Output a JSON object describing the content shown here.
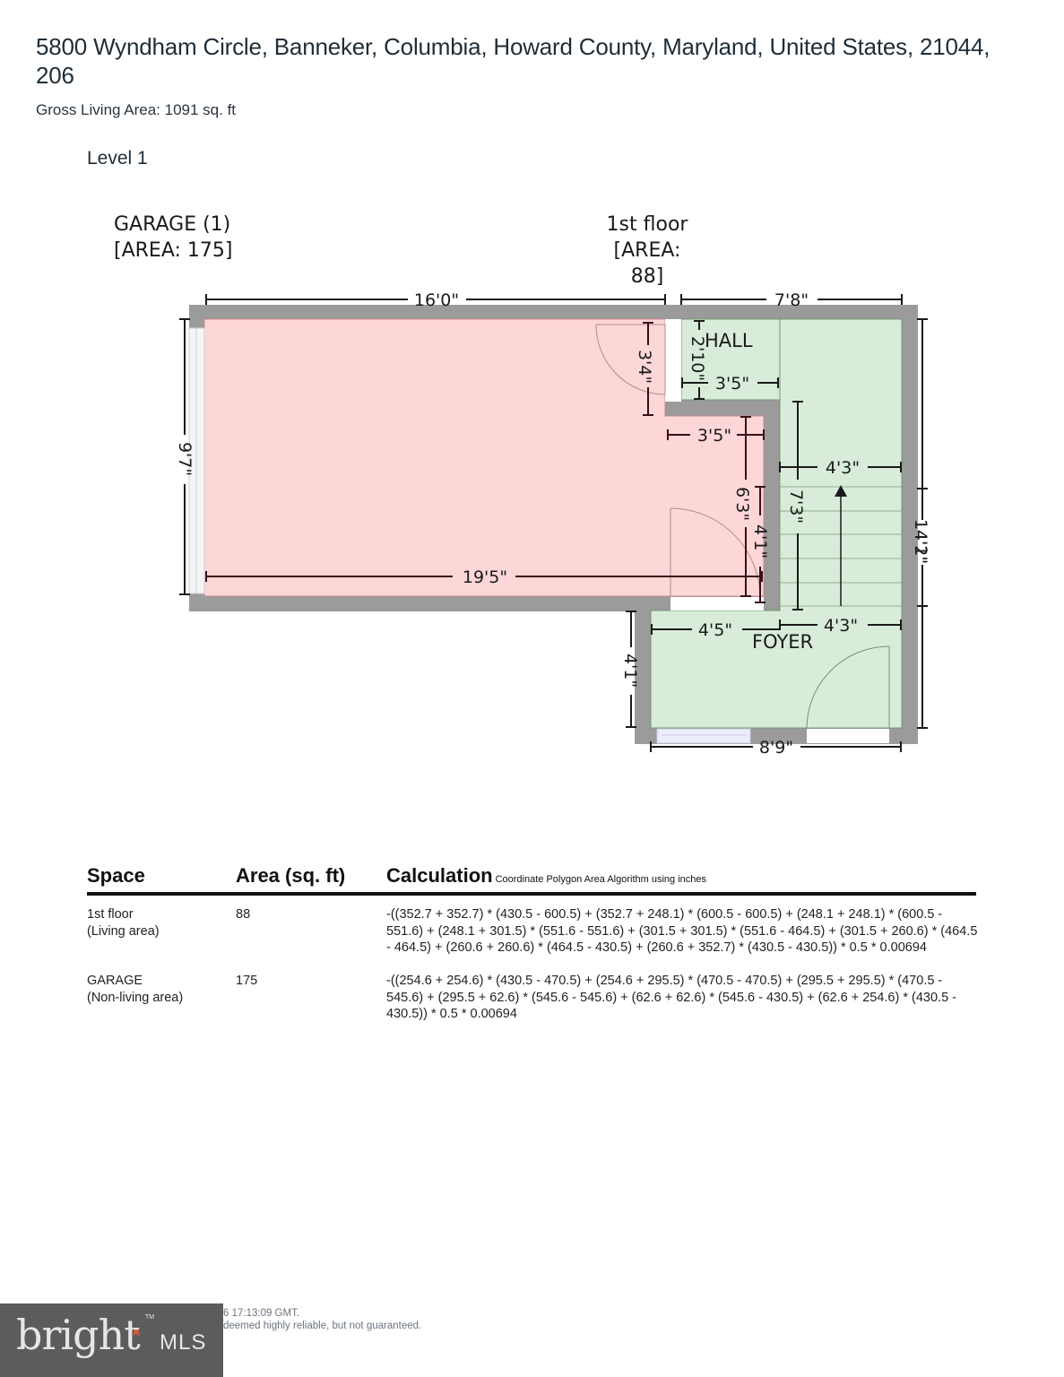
{
  "header": {
    "title": "5800 Wyndham Circle, Banneker, Columbia, Howard County, Maryland, United States, 21044, 206",
    "gross_living_area": "Gross Living Area: 1091 sq. ft",
    "level": "Level 1"
  },
  "floorplan": {
    "garage_label": {
      "name": "GARAGE (1)",
      "area": "[AREA: 175]"
    },
    "floor_label": {
      "name": "1st floor",
      "area": "[AREA: 88]"
    },
    "colors": {
      "garage_fill": "#fdd6d8",
      "living_fill": "#d9ecd9",
      "wall": "#9b9b9b",
      "dimension_line": "#1a1a1a"
    },
    "rooms": {
      "hall": "HALL",
      "foyer": "FOYER"
    },
    "dimensions": {
      "garage_top_width": "16'0\"",
      "floor_top_width": "7'8\"",
      "garage_left_height": "9'7\"",
      "garage_bottom_width": "19'5\"",
      "garage_notch_height": "3'4\"",
      "garage_notch_width": "3'5\"",
      "garage_right_height_a": "6'3\"",
      "garage_right_height_b": "4'1\"",
      "hall_height": "2'10\"",
      "hall_width": "3'5\"",
      "stair_width": "4'3\"",
      "stair_length": "7'3\"",
      "right_height_a": "14'2\"",
      "right_height_b": "4'1\"",
      "foyer_left_width": "4'5\"",
      "foyer_right_width": "4'3\"",
      "foyer_left_height": "4'1\"",
      "foyer_bottom_width": "8'9\""
    }
  },
  "table": {
    "headers": {
      "space": "Space",
      "area": "Area (sq. ft)",
      "calculation": "Calculation",
      "calculation_note": "Coordinate Polygon Area Algorithm using inches"
    },
    "rows": [
      {
        "space": "1st floor",
        "type": "(Living area)",
        "area": "88",
        "calculation": "-((352.7 + 352.7) * (430.5 - 600.5) + (352.7 + 248.1) * (600.5 - 600.5) + (248.1 + 248.1) * (600.5 - 551.6) + (248.1 + 301.5) * (551.6 - 551.6) + (301.5 + 301.5) * (551.6 - 464.5) + (301.5 + 260.6) * (464.5 - 464.5) + (260.6 + 260.6) * (464.5 - 430.5) + (260.6 + 352.7) * (430.5 - 430.5)) * 0.5 * 0.00694"
      },
      {
        "space": "GARAGE",
        "type": "(Non-living area)",
        "area": "175",
        "calculation": "-((254.6 + 254.6) * (430.5 - 470.5) + (254.6 + 295.5) * (470.5 - 470.5) + (295.5 + 295.5) * (470.5 - 545.6) + (295.5 + 62.6) * (545.6 - 545.6) + (62.6 + 62.6) * (545.6 - 430.5) + (62.6 + 254.6) * (430.5 - 430.5)) * 0.5 * 0.00694"
      }
    ]
  },
  "footer": {
    "logo_text": "bright",
    "logo_suffix": "MLS",
    "logo_tm": "TM",
    "timestamp_fragment": "6 17:13:09 GMT.",
    "disclaimer_fragment": "deemed highly reliable, but not guaranteed."
  }
}
